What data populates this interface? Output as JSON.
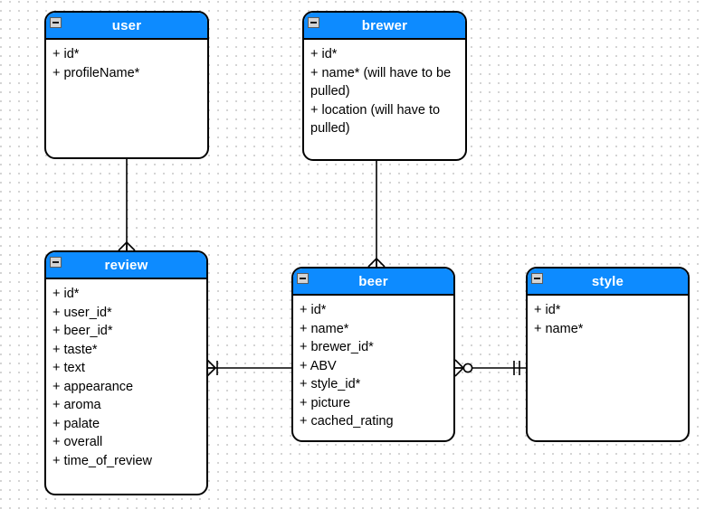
{
  "diagram": {
    "type": "entity-relationship-diagram",
    "background": "#ffffff",
    "grid": "dot-grid",
    "header_color": "#0d8bff",
    "title_color": "#ffffff",
    "border_color": "#000000"
  },
  "entities": [
    {
      "name": "user",
      "title": "user",
      "collapse_icon": "minus-icon",
      "attributes": [
        "+ id*",
        "+ profileName*"
      ]
    },
    {
      "name": "brewer",
      "title": "brewer",
      "collapse_icon": "minus-icon",
      "attributes": [
        "+ id*",
        "+ name* (will have to be pulled)",
        "+ location (will have to pulled)"
      ]
    },
    {
      "name": "review",
      "title": "review",
      "collapse_icon": "minus-icon",
      "attributes": [
        "+ id*",
        "+ user_id*",
        "+ beer_id*",
        "+ taste*",
        "+ text",
        "+ appearance",
        "+ aroma",
        "+ palate",
        "+ overall",
        "+ time_of_review"
      ]
    },
    {
      "name": "beer",
      "title": "beer",
      "collapse_icon": "minus-icon",
      "attributes": [
        "+ id*",
        "+ name*",
        "+ brewer_id*",
        "+ ABV",
        "+ style_id*",
        "+ picture",
        "+ cached_rating"
      ]
    },
    {
      "name": "style",
      "title": "style",
      "collapse_icon": "minus-icon",
      "attributes": [
        "+ id*",
        "+ name*"
      ]
    }
  ],
  "relationships": [
    {
      "name": "user-review",
      "from": "user",
      "to": "review",
      "from_cardinality": "one",
      "to_cardinality": "many"
    },
    {
      "name": "brewer-beer",
      "from": "brewer",
      "to": "beer",
      "from_cardinality": "one",
      "to_cardinality": "many"
    },
    {
      "name": "review-beer",
      "from": "review",
      "to": "beer",
      "from_cardinality": "many",
      "to_cardinality": "zero-or-many"
    },
    {
      "name": "beer-style",
      "from": "beer",
      "to": "style",
      "from_cardinality": "zero-or-many",
      "to_cardinality": "exactly-one"
    }
  ]
}
